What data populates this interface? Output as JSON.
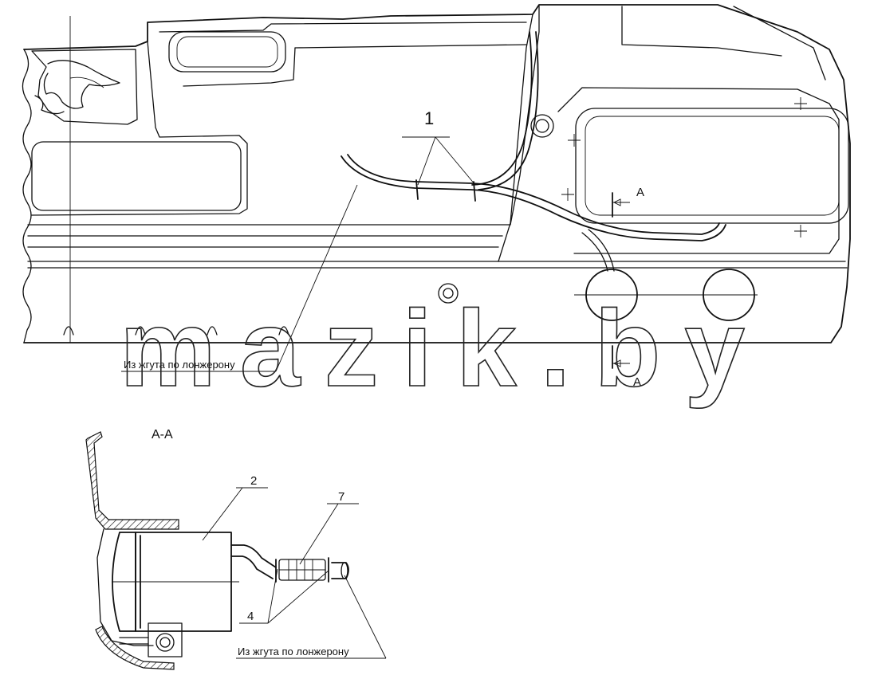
{
  "labels": {
    "callout_1": "1",
    "callout_2": "2",
    "callout_4": "4",
    "callout_7": "7",
    "section_a_top": "A",
    "section_a_bottom": "A",
    "section_title": "A-A",
    "harness_note_top": "Из жгута по лонжерону",
    "harness_note_bottom": "Из жгута по лонжерону"
  },
  "watermark": "mazik.by"
}
